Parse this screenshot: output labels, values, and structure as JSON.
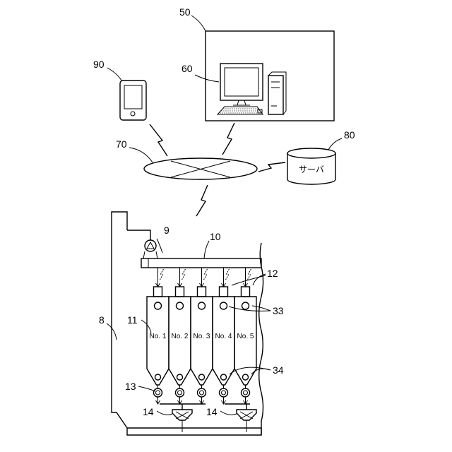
{
  "figure": {
    "refs": {
      "r50": "50",
      "r60": "60",
      "r70": "70",
      "r80": "80",
      "r90": "90",
      "r8": "8",
      "r9": "9",
      "r10": "10",
      "r11": "11",
      "r12": "12",
      "r13": "13",
      "r14a": "14",
      "r14b": "14",
      "r33": "33",
      "r34": "34"
    },
    "server_text": "サーバ",
    "silos": [
      "No. 1",
      "No. 2",
      "No. 3",
      "No. 4",
      "No. 5"
    ]
  }
}
